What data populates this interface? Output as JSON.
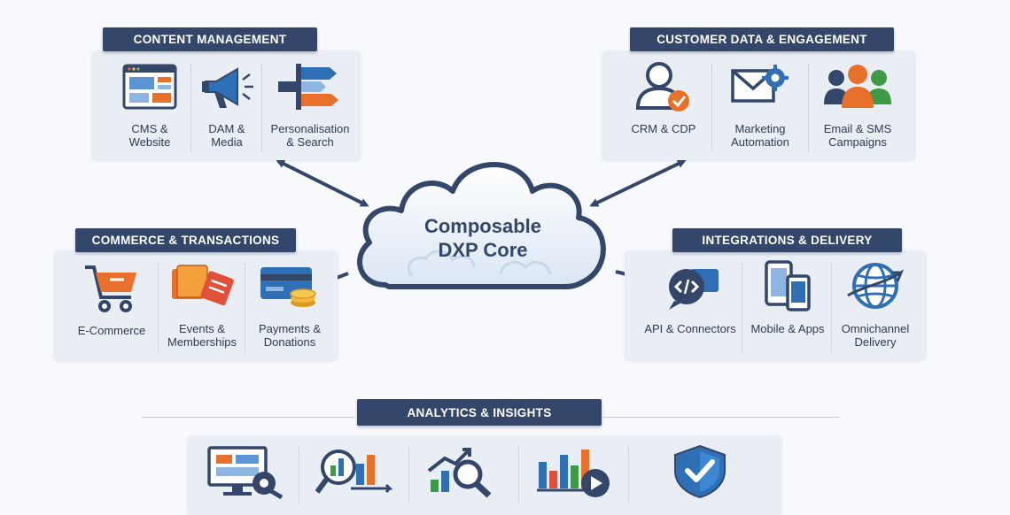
{
  "core": {
    "label": "Composable\nDXP Core"
  },
  "groups": {
    "content": {
      "title": "CONTENT MANAGEMENT",
      "items": [
        {
          "label": "CMS &\nWebsite",
          "icon": "website-icon"
        },
        {
          "label": "DAM &\nMedia",
          "icon": "megaphone-icon"
        },
        {
          "label": "Personalisation\n& Search",
          "icon": "signpost-icon"
        }
      ]
    },
    "customer": {
      "title": "CUSTOMER DATA & ENGAGEMENT",
      "items": [
        {
          "label": "CRM & CDP",
          "icon": "user-check-icon"
        },
        {
          "label": "Marketing\nAutomation",
          "icon": "envelope-gear-icon"
        },
        {
          "label": "Email & SMS\nCampaigns",
          "icon": "group-icon"
        }
      ]
    },
    "commerce": {
      "title": "COMMERCE & TRANSACTIONS",
      "items": [
        {
          "label": "E-Commerce",
          "icon": "cart-icon"
        },
        {
          "label": "Events &\nMemberships",
          "icon": "tickets-icon"
        },
        {
          "label": "Payments &\nDonations",
          "icon": "card-coins-icon"
        }
      ]
    },
    "integrations": {
      "title": "INTEGRATIONS & DELIVERY",
      "items": [
        {
          "label": "API & Connectors",
          "icon": "api-code-icon"
        },
        {
          "label": "Mobile & Apps",
          "icon": "mobile-devices-icon"
        },
        {
          "label": "Omnichannel\nDelivery",
          "icon": "globe-icon"
        }
      ]
    },
    "analytics": {
      "title": "ANALYTICS & INSIGHTS",
      "icons": [
        "dashboard-gear-icon",
        "magnifier-chart-icon",
        "trend-search-icon",
        "chart-play-icon",
        "shield-check-icon"
      ]
    }
  },
  "colors": {
    "navy": "#34476a",
    "blue": "#2f6fb6",
    "orange": "#e8702a",
    "green": "#3f9a45",
    "panel": "#e9eef5",
    "background": "#f7f9fc"
  }
}
